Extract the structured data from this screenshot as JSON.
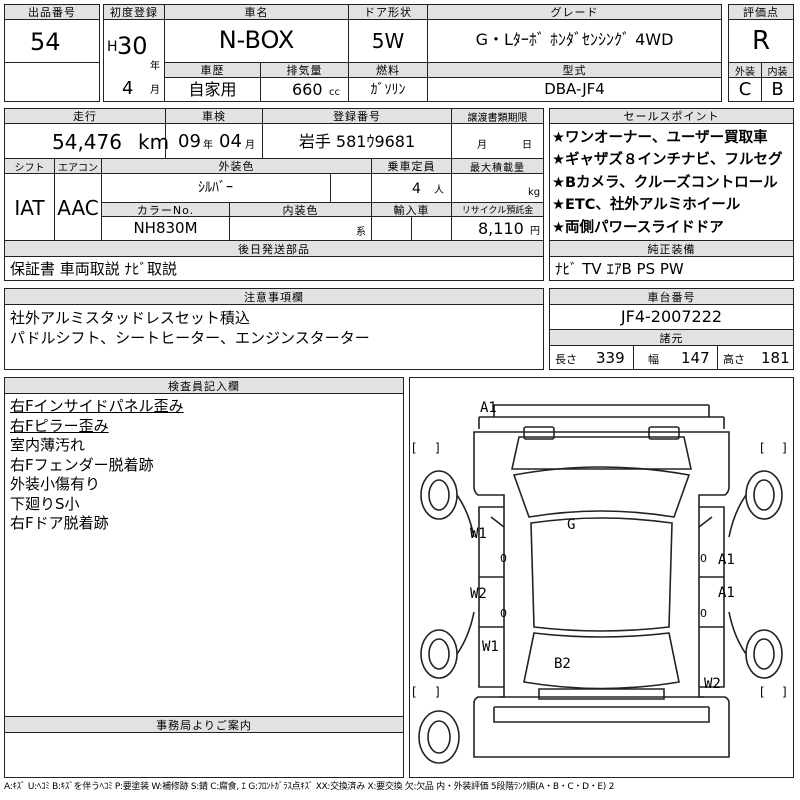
{
  "headers": {
    "lot_no": "出品番号",
    "first_reg": "初度登録",
    "car_name": "車名",
    "door": "ドア形状",
    "grade": "グレード",
    "score": "評価点",
    "history": "車歴",
    "displacement": "排気量",
    "fuel": "燃料",
    "model": "型式",
    "exterior": "外装",
    "interior": "内装",
    "mileage": "走行",
    "inspection": "車検",
    "reg_no": "登録番号",
    "doc_deadline": "譲渡書類期限",
    "sales_points": "セールスポイント",
    "shift": "シフト",
    "aircon": "エアコン",
    "ext_color": "外装色",
    "capacity": "乗車定員",
    "max_load": "最大積載量",
    "color_no": "カラーNo.",
    "int_color": "内装色",
    "import": "輸入車",
    "recycle": "リサイクル預託金",
    "later_parts": "後日発送部品",
    "genuine_equip": "純正装備",
    "cautions": "注意事項欄",
    "chassis_no": "車台番号",
    "specs": "諸元",
    "inspector": "検査員記入欄",
    "office": "事務局よりご案内"
  },
  "values": {
    "lot_no": "54",
    "era": "H",
    "year": "30",
    "year_unit": "年",
    "month": "4",
    "month_unit": "月",
    "car_name": "N-BOX",
    "door": "5W",
    "grade": "G・Lﾀｰﾎﾞ ﾎﾝﾀﾞｾﾝｼﾝｸﾞ 4WD",
    "score": "R",
    "history": "自家用",
    "displacement": "660",
    "displacement_unit": "cc",
    "fuel": "ｶﾞｿﾘﾝ",
    "model": "DBA-JF4",
    "exterior": "C",
    "interior": "B",
    "mileage": "54,476",
    "mileage_unit": "km",
    "insp_year": "09",
    "insp_year_unit": "年",
    "insp_month": "04",
    "insp_month_unit": "月",
    "reg_no": "岩手 581ｳ9681",
    "doc_month_unit": "月",
    "doc_day_unit": "日",
    "shift": "IAT",
    "aircon": "AAC",
    "ext_color": "ｼﾙﾊﾞｰ",
    "capacity": "4",
    "capacity_unit": "人",
    "max_load_unit": "kg",
    "color_no": "NH830M",
    "int_color_unit": "系",
    "recycle": "8,110",
    "recycle_unit": "円",
    "later_parts": "保証書 車両取説 ﾅﾋﾞ取説",
    "genuine_equip": "ﾅﾋﾞ TV ｴｱB PS PW",
    "chassis_no": "JF4-2007222",
    "length_label": "長さ",
    "length": "339",
    "width_label": "幅",
    "width": "147",
    "height_label": "高さ",
    "height": "181",
    "footer": "A:ｷｽﾞ U:ﾍｺﾐ B:ｷｽﾞを伴うﾍｺﾐ P:要塗装 W:補修跡 S:錆 C:腐食, ｴ G:ﾌﾛﾝﾄｶﾞﾗｽ点ｷｽﾞ XX:交換済み X:要交換 欠:欠品 内・外装評価 5段階ﾗﾝｸ順(A・B・C・D・E) 2"
  },
  "sales_points": [
    "★ワンオーナー、ユーザー買取車",
    "★ギャザズ８インチナビ、フルセグ",
    "★Bカメラ、クルーズコントロール",
    "★ETC、社外アルミホイール",
    "★両側パワースライドドア"
  ],
  "notes": [
    "社外アルミスタッドレスセット積込",
    "パドルシフト、シートヒーター、エンジンスターター"
  ],
  "inspector_notes": [
    "右Fインサイドパネル歪み",
    "右Fピラー歪み",
    "室内薄汚れ",
    "右Fフェンダー脱着跡",
    "外装小傷有り",
    "下廻りS小",
    "右Fドア脱着跡"
  ],
  "diagram_marks": {
    "a1_top": "A1",
    "g": "G",
    "w1_left": "W1",
    "w2_left": "W2",
    "w1_lower": "W1",
    "a1_right_1": "A1",
    "a1_right_2": "A1",
    "b2": "B2",
    "w2_right": "W2",
    "zero": "0",
    "bracket_l": "[",
    "bracket_r": "]"
  }
}
